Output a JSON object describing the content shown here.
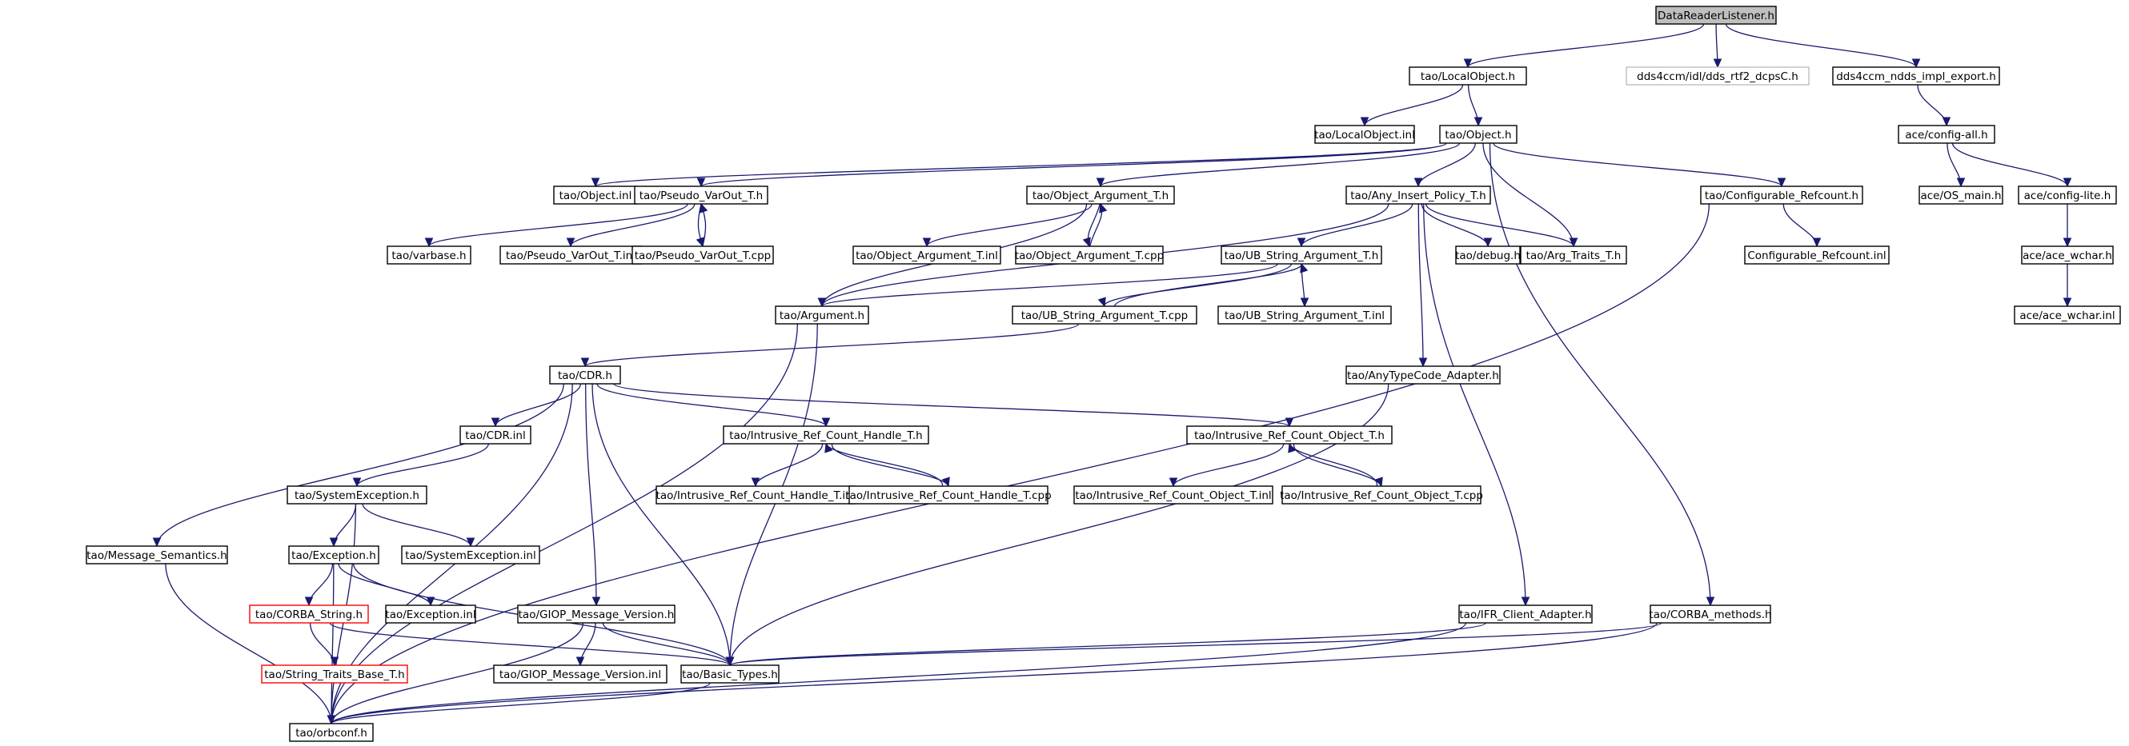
{
  "nodes": [
    {
      "id": "root",
      "label": "DataReaderListener.h",
      "style": "root"
    },
    {
      "id": "localobj_h",
      "label": "tao/LocalObject.h",
      "style": "normal"
    },
    {
      "id": "dcps",
      "label": "dds4ccm/idl/dds_rtf2_dcpsC.h",
      "style": "grey"
    },
    {
      "id": "export",
      "label": "dds4ccm_ndds_impl_export.h",
      "style": "normal"
    },
    {
      "id": "localobj_inl",
      "label": "tao/LocalObject.inl",
      "style": "normal"
    },
    {
      "id": "object_h",
      "label": "tao/Object.h",
      "style": "normal"
    },
    {
      "id": "configall",
      "label": "ace/config-all.h",
      "style": "normal"
    },
    {
      "id": "object_inl",
      "label": "tao/Object.inl",
      "style": "normal"
    },
    {
      "id": "pvo_h",
      "label": "tao/Pseudo_VarOut_T.h",
      "style": "normal"
    },
    {
      "id": "oat_h",
      "label": "tao/Object_Argument_T.h",
      "style": "normal"
    },
    {
      "id": "aip_h",
      "label": "tao/Any_Insert_Policy_T.h",
      "style": "normal"
    },
    {
      "id": "cref_h",
      "label": "tao/Configurable_Refcount.h",
      "style": "normal"
    },
    {
      "id": "osmain",
      "label": "ace/OS_main.h",
      "style": "normal"
    },
    {
      "id": "configlite",
      "label": "ace/config-lite.h",
      "style": "normal"
    },
    {
      "id": "varbase",
      "label": "tao/varbase.h",
      "style": "normal"
    },
    {
      "id": "pvo_inl",
      "label": "tao/Pseudo_VarOut_T.inl",
      "style": "normal"
    },
    {
      "id": "pvo_cpp",
      "label": "tao/Pseudo_VarOut_T.cpp",
      "style": "normal"
    },
    {
      "id": "oat_inl",
      "label": "tao/Object_Argument_T.inl",
      "style": "normal"
    },
    {
      "id": "oat_cpp",
      "label": "tao/Object_Argument_T.cpp",
      "style": "normal"
    },
    {
      "id": "ubs_h",
      "label": "tao/UB_String_Argument_T.h",
      "style": "normal"
    },
    {
      "id": "debug",
      "label": "tao/debug.h",
      "style": "normal"
    },
    {
      "id": "argtraits",
      "label": "tao/Arg_Traits_T.h",
      "style": "normal"
    },
    {
      "id": "cref_inl",
      "label": "Configurable_Refcount.inl",
      "style": "normal"
    },
    {
      "id": "acewchar",
      "label": "ace/ace_wchar.h",
      "style": "normal"
    },
    {
      "id": "argument",
      "label": "tao/Argument.h",
      "style": "normal"
    },
    {
      "id": "ubs_cpp",
      "label": "tao/UB_String_Argument_T.cpp",
      "style": "normal"
    },
    {
      "id": "ubs_inl",
      "label": "tao/UB_String_Argument_T.inl",
      "style": "normal"
    },
    {
      "id": "acewchar_inl",
      "label": "ace/ace_wchar.inl",
      "style": "normal"
    },
    {
      "id": "cdr_h",
      "label": "tao/CDR.h",
      "style": "normal"
    },
    {
      "id": "atca",
      "label": "tao/AnyTypeCode_Adapter.h",
      "style": "normal"
    },
    {
      "id": "cdr_inl",
      "label": "tao/CDR.inl",
      "style": "normal"
    },
    {
      "id": "irch_h",
      "label": "tao/Intrusive_Ref_Count_Handle_T.h",
      "style": "normal"
    },
    {
      "id": "irco_h",
      "label": "tao/Intrusive_Ref_Count_Object_T.h",
      "style": "normal"
    },
    {
      "id": "sysex_h",
      "label": "tao/SystemException.h",
      "style": "normal"
    },
    {
      "id": "irch_inl",
      "label": "tao/Intrusive_Ref_Count_Handle_T.inl",
      "style": "normal"
    },
    {
      "id": "irch_cpp",
      "label": "tao/Intrusive_Ref_Count_Handle_T.cpp",
      "style": "normal"
    },
    {
      "id": "irco_inl",
      "label": "tao/Intrusive_Ref_Count_Object_T.inl",
      "style": "normal"
    },
    {
      "id": "irco_cpp",
      "label": "tao/Intrusive_Ref_Count_Object_T.cpp",
      "style": "normal"
    },
    {
      "id": "msgsem",
      "label": "tao/Message_Semantics.h",
      "style": "normal"
    },
    {
      "id": "exc_h",
      "label": "tao/Exception.h",
      "style": "normal"
    },
    {
      "id": "sysex_inl",
      "label": "tao/SystemException.inl",
      "style": "normal"
    },
    {
      "id": "corbastr",
      "label": "tao/CORBA_String.h",
      "style": "red"
    },
    {
      "id": "exc_inl",
      "label": "tao/Exception.inl",
      "style": "normal"
    },
    {
      "id": "giop_h",
      "label": "tao/GIOP_Message_Version.h",
      "style": "normal"
    },
    {
      "id": "ifr",
      "label": "tao/IFR_Client_Adapter.h",
      "style": "normal"
    },
    {
      "id": "corbameth",
      "label": "tao/CORBA_methods.h",
      "style": "normal"
    },
    {
      "id": "strtraits",
      "label": "tao/String_Traits_Base_T.h",
      "style": "red"
    },
    {
      "id": "giop_inl",
      "label": "tao/GIOP_Message_Version.inl",
      "style": "normal"
    },
    {
      "id": "basictypes",
      "label": "tao/Basic_Types.h",
      "style": "normal"
    },
    {
      "id": "orbconf",
      "label": "tao/orbconf.h",
      "style": "normal"
    }
  ],
  "edges": [
    [
      "root",
      "localobj_h"
    ],
    [
      "root",
      "dcps"
    ],
    [
      "root",
      "export"
    ],
    [
      "localobj_h",
      "localobj_inl"
    ],
    [
      "localobj_h",
      "object_h"
    ],
    [
      "export",
      "configall"
    ],
    [
      "object_h",
      "object_inl"
    ],
    [
      "object_h",
      "pvo_h"
    ],
    [
      "object_h",
      "oat_h"
    ],
    [
      "object_h",
      "aip_h"
    ],
    [
      "object_h",
      "cref_h"
    ],
    [
      "object_h",
      "argtraits"
    ],
    [
      "object_h",
      "corbameth"
    ],
    [
      "configall",
      "osmain"
    ],
    [
      "configall",
      "configlite"
    ],
    [
      "configlite",
      "acewchar"
    ],
    [
      "acewchar",
      "acewchar_inl"
    ],
    [
      "pvo_h",
      "varbase"
    ],
    [
      "pvo_h",
      "pvo_inl"
    ],
    [
      "pvo_h",
      "pvo_cpp"
    ],
    [
      "pvo_cpp",
      "pvo_h"
    ],
    [
      "oat_h",
      "oat_inl"
    ],
    [
      "oat_h",
      "oat_cpp"
    ],
    [
      "oat_cpp",
      "oat_h"
    ],
    [
      "oat_h",
      "argument"
    ],
    [
      "aip_h",
      "ubs_h"
    ],
    [
      "aip_h",
      "debug"
    ],
    [
      "aip_h",
      "argtraits"
    ],
    [
      "aip_h",
      "atca"
    ],
    [
      "aip_h",
      "ifr"
    ],
    [
      "aip_h",
      "argument"
    ],
    [
      "cref_h",
      "cref_inl"
    ],
    [
      "cref_h",
      "orbconf"
    ],
    [
      "ubs_h",
      "argument"
    ],
    [
      "ubs_h",
      "ubs_cpp"
    ],
    [
      "ubs_cpp",
      "ubs_h"
    ],
    [
      "ubs_h",
      "ubs_inl"
    ],
    [
      "ubs_cpp",
      "cdr_h"
    ],
    [
      "argument",
      "orbconf"
    ],
    [
      "argument",
      "basictypes"
    ],
    [
      "cdr_h",
      "cdr_inl"
    ],
    [
      "cdr_h",
      "irch_h"
    ],
    [
      "cdr_h",
      "irco_h"
    ],
    [
      "cdr_h",
      "msgsem"
    ],
    [
      "cdr_h",
      "giop_h"
    ],
    [
      "cdr_h",
      "basictypes"
    ],
    [
      "cdr_h",
      "orbconf"
    ],
    [
      "atca",
      "basictypes"
    ],
    [
      "cdr_inl",
      "sysex_h"
    ],
    [
      "irch_h",
      "irch_inl"
    ],
    [
      "irch_h",
      "irch_cpp"
    ],
    [
      "irch_cpp",
      "irch_h"
    ],
    [
      "irco_h",
      "irco_inl"
    ],
    [
      "irco_h",
      "irco_cpp"
    ],
    [
      "irco_cpp",
      "irco_h"
    ],
    [
      "sysex_h",
      "exc_h"
    ],
    [
      "sysex_h",
      "sysex_inl"
    ],
    [
      "sysex_h",
      "orbconf"
    ],
    [
      "msgsem",
      "orbconf"
    ],
    [
      "exc_h",
      "corbastr"
    ],
    [
      "exc_h",
      "exc_inl"
    ],
    [
      "exc_h",
      "basictypes"
    ],
    [
      "exc_h",
      "orbconf"
    ],
    [
      "corbastr",
      "strtraits"
    ],
    [
      "corbastr",
      "basictypes"
    ],
    [
      "giop_h",
      "giop_inl"
    ],
    [
      "giop_h",
      "basictypes"
    ],
    [
      "giop_h",
      "orbconf"
    ],
    [
      "ifr",
      "basictypes"
    ],
    [
      "ifr",
      "orbconf"
    ],
    [
      "corbameth",
      "basictypes"
    ],
    [
      "corbameth",
      "orbconf"
    ],
    [
      "basictypes",
      "orbconf"
    ]
  ]
}
